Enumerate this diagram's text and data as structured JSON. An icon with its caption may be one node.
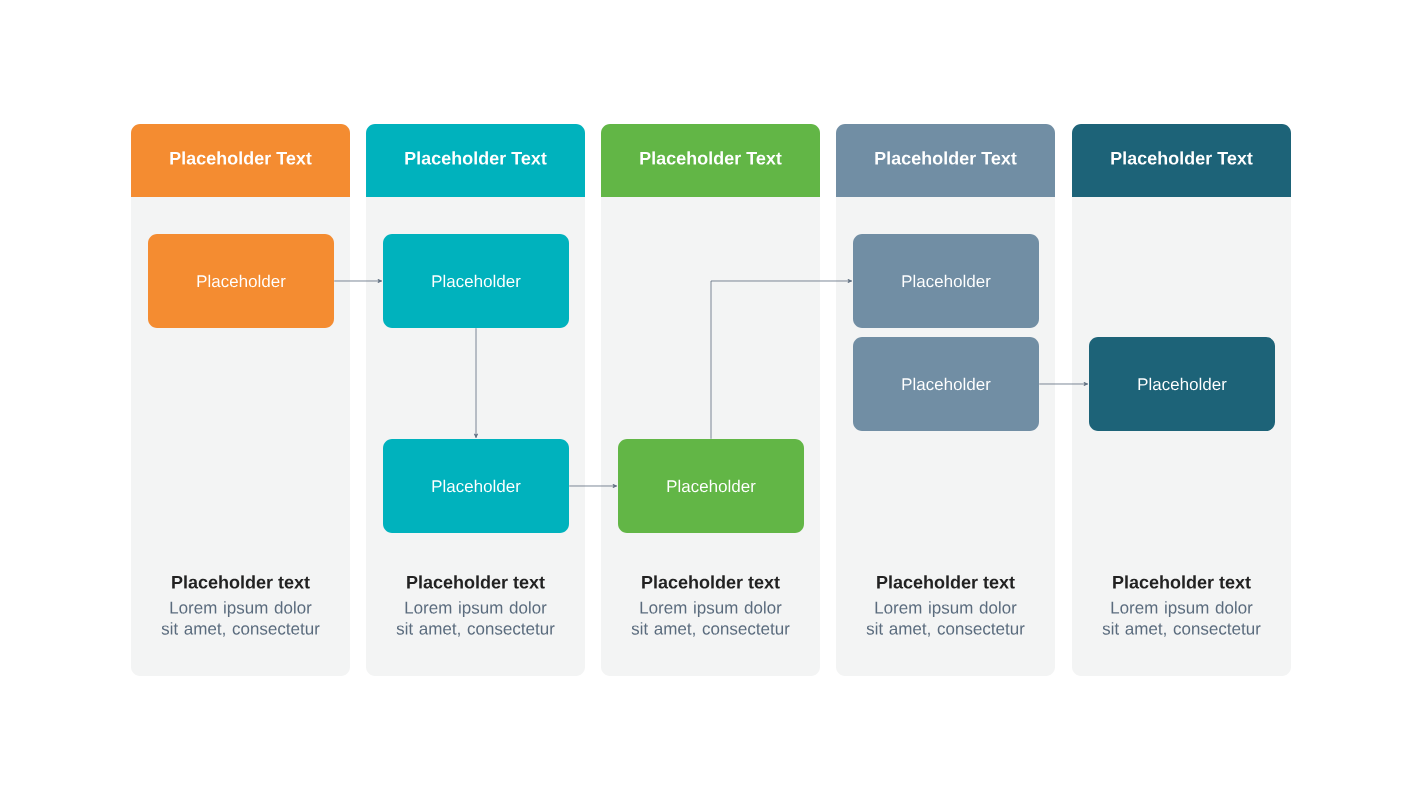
{
  "diagram": {
    "nodes": [
      {
        "text": [
          "Placeholder Text",
          "Placeholder text",
          "Lorem ipsum dolor sit amet, consectetur"
        ]
      },
      {
        "text": [
          "Placeholder"
        ],
        "in": 0
      },
      {
        "text": [
          "Placeholder Text",
          "Placeholder text",
          "Lorem ipsum dolor sit amet, consectetur"
        ]
      },
      {
        "text": [
          "Placeholder"
        ],
        "in": 2
      },
      {
        "text": [
          "Placeholder"
        ],
        "in": 2
      },
      {
        "text": [
          "Placeholder Text",
          "Placeholder text",
          "Lorem ipsum dolor sit amet, consectetur"
        ]
      },
      {
        "text": [
          "Placeholder"
        ],
        "in": 5
      },
      {
        "text": [
          "Placeholder Text",
          "Placeholder text",
          "Lorem ipsum dolor sit amet, consectetur"
        ]
      },
      {
        "text": [
          "Placeholder"
        ],
        "in": 7
      },
      {
        "text": [
          "Placeholder"
        ],
        "in": 7
      },
      {
        "text": [
          "Placeholder Text",
          "Placeholder text",
          "Lorem ipsum dolor sit amet, consectetur"
        ]
      },
      {
        "text": [
          "Placeholder"
        ],
        "in": 10
      }
    ],
    "edges": [
      {
        "from": 1,
        "to": 3,
        "arrow": "to"
      },
      {
        "from": 3,
        "to": 4,
        "arrow": "to"
      },
      {
        "from": 4,
        "to": 6,
        "arrow": "to"
      },
      {
        "from": 6,
        "to": 8,
        "arrow": "to"
      },
      {
        "from": 9,
        "to": 11,
        "arrow": "to"
      }
    ]
  }
}
